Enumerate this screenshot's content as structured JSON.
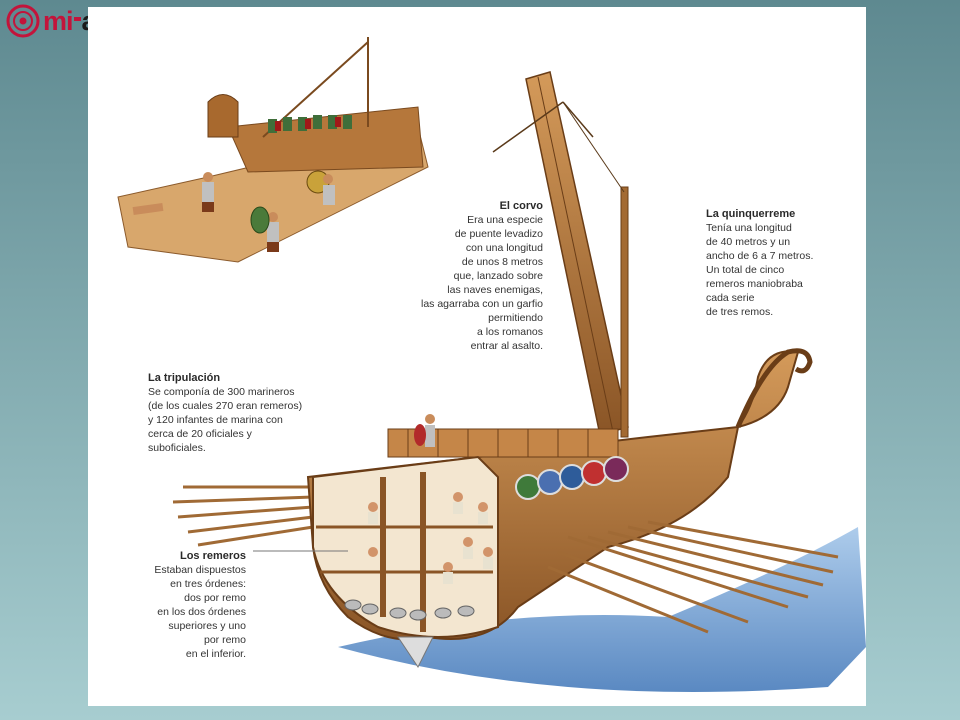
{
  "logo": {
    "part1": "mi",
    "part2": "aula",
    "color": "#c3143b"
  },
  "labels": {
    "corvo": {
      "title": "El corvo",
      "lines": [
        "Era una especie",
        "de puente levadizo",
        "con una longitud",
        "de unos 8 metros",
        "que, lanzado sobre",
        "las naves enemigas,",
        "las agarraba con un garfio",
        "permitiendo",
        "a los romanos",
        "entrar al asalto."
      ]
    },
    "quinquerreme": {
      "title": "La quinquerreme",
      "lines": [
        "Tenía una longitud",
        "de 40 metros y un",
        "ancho de 6 a 7 metros.",
        "Un total de cinco",
        "remeros maniobraba",
        "cada serie",
        "de tres remos."
      ]
    },
    "tripulacion": {
      "title": "La tripulación",
      "lines": [
        "Se componía de 300 marineros",
        "(de los cuales 270 eran remeros)",
        "y 120 infantes de marina con",
        "cerca de 20 oficiales y",
        "suboficiales."
      ]
    },
    "remeros": {
      "title": "Los remeros",
      "lines": [
        "Estaban dispuestos",
        "en tres órdenes:",
        "dos por remo",
        "en los dos órdenes",
        "superiores y uno",
        "por remo",
        "en el inferior."
      ]
    }
  },
  "colors": {
    "wood": "#b7783a",
    "wood_dark": "#7a4a1f",
    "water": "#4f86c6"
  }
}
